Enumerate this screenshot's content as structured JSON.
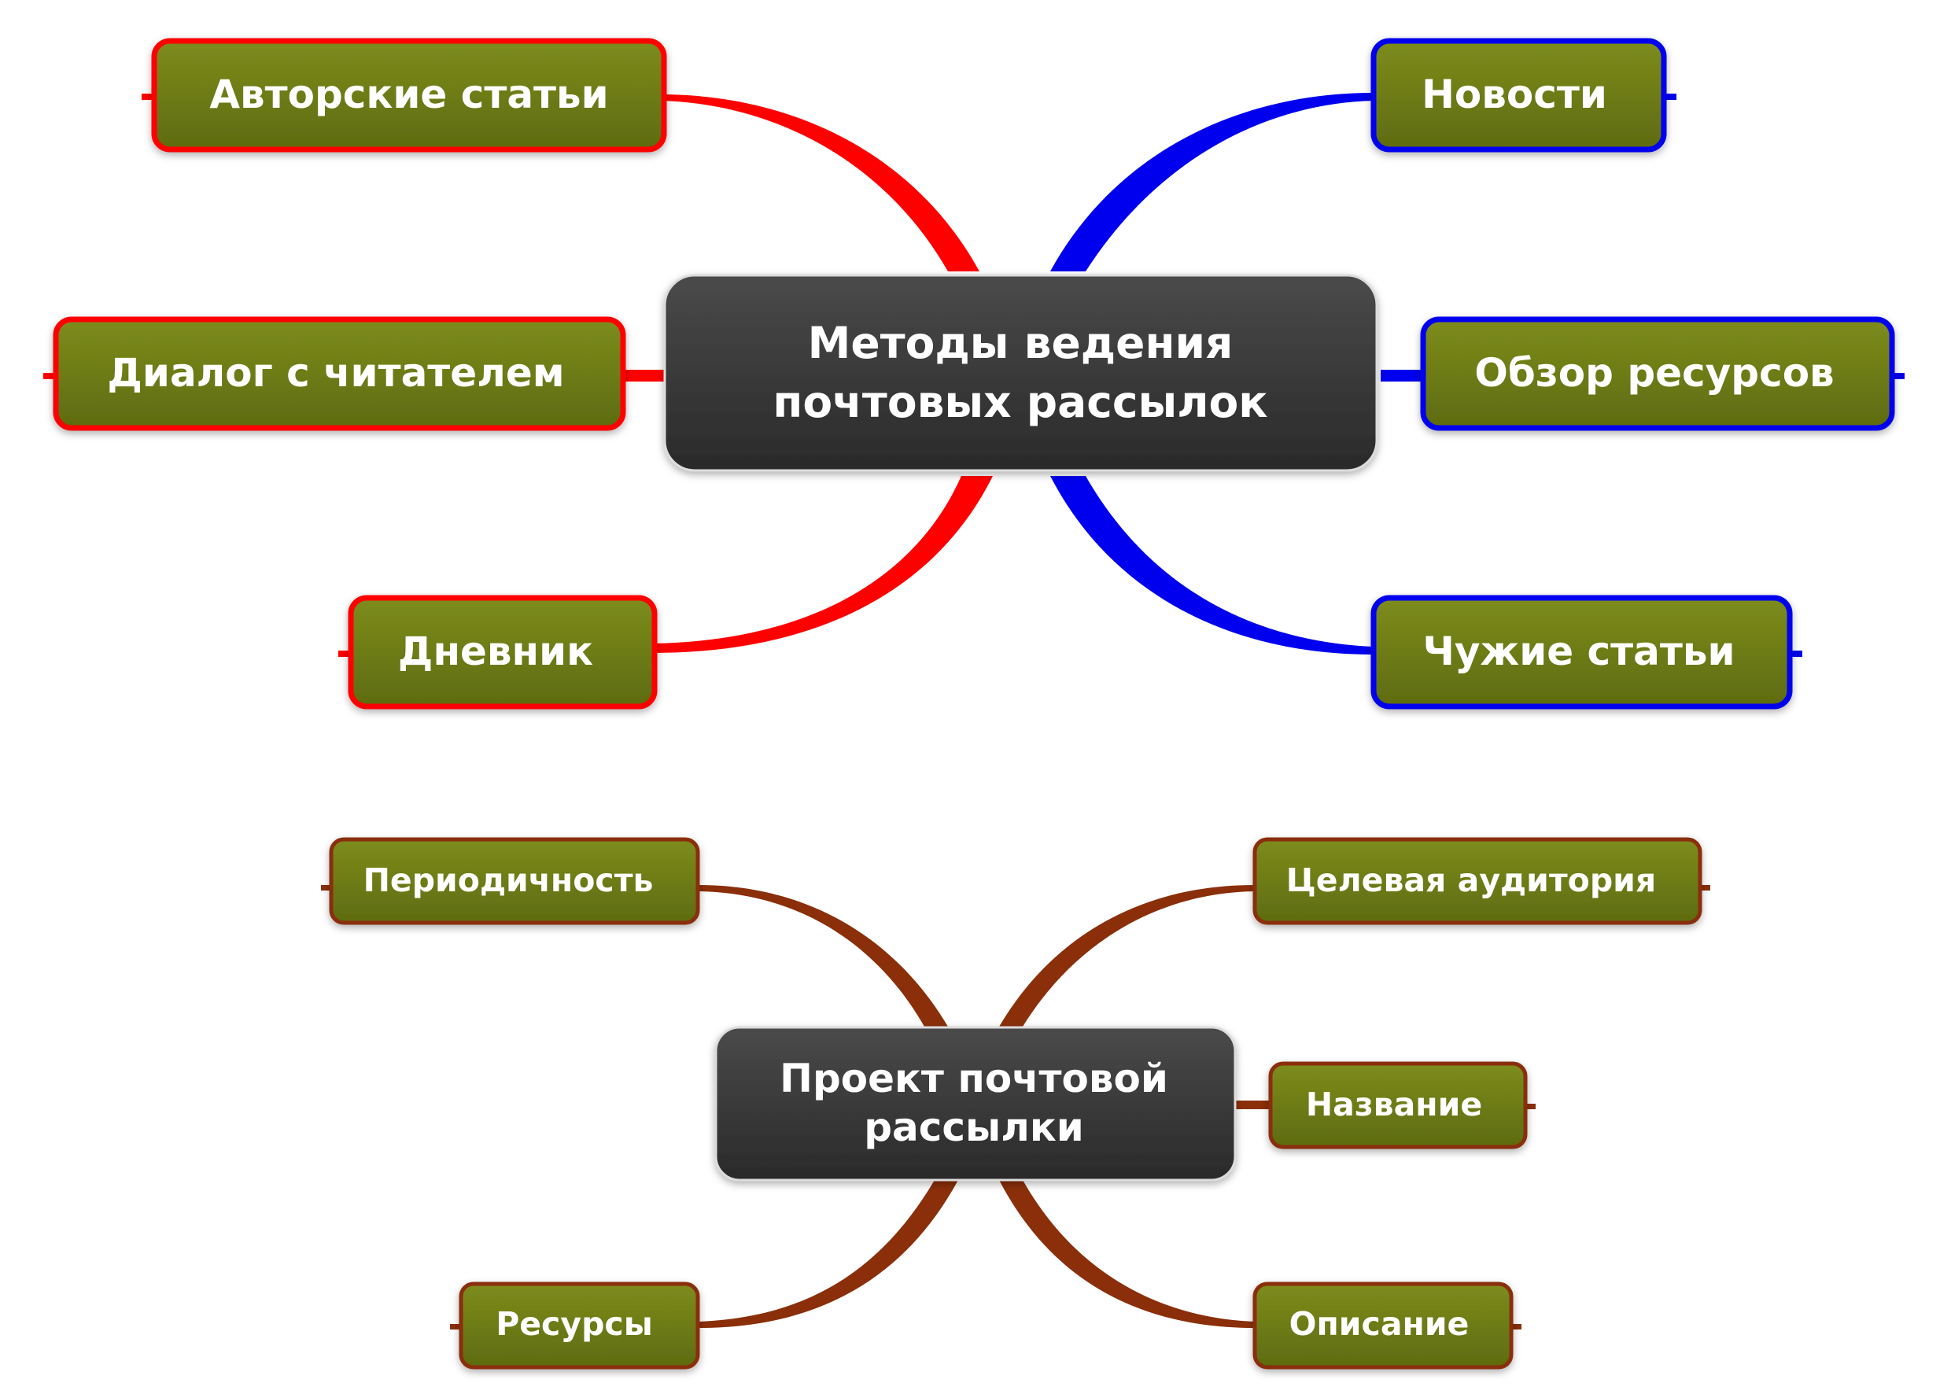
{
  "colors": {
    "red_branch": "#ff0000",
    "blue_branch": "#0000ee",
    "brown_branch": "#8a2f0a",
    "node_fill": "#6b7a13",
    "center_fill": "#3a3a3a",
    "text": "#ffffff"
  },
  "map1": {
    "center": {
      "line1": "Методы ведения",
      "line2": "почтовых рассылок"
    },
    "left": [
      "Авторские статьи",
      "Диалог с читателем",
      "Дневник"
    ],
    "right": [
      "Новости",
      "Обзор ресурсов",
      "Чужие статьи"
    ]
  },
  "map2": {
    "center": {
      "line1": "Проект почтовой",
      "line2": "рассылки"
    },
    "left": [
      "Периодичность",
      "Ресурсы"
    ],
    "right": [
      "Целевая аудитория",
      "Название",
      "Описание"
    ]
  }
}
